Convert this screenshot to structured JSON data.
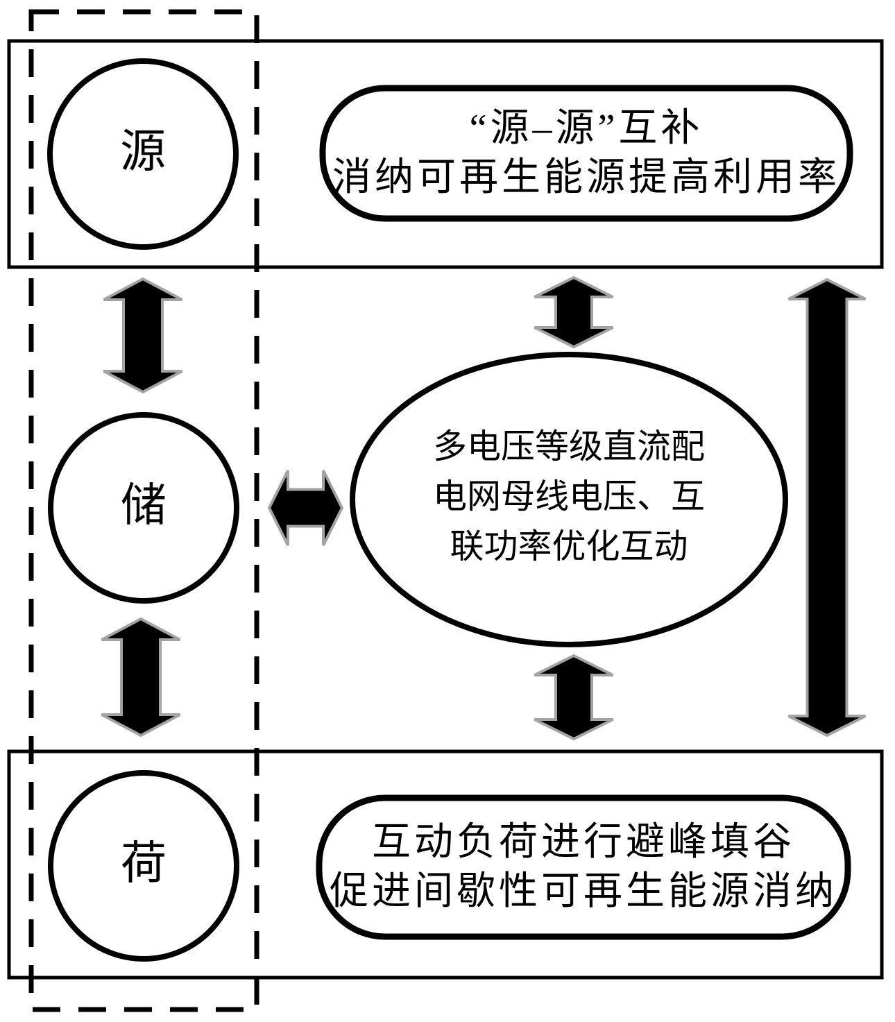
{
  "diagram": {
    "title_semantic": "source-storage-load DC distribution interaction diagram",
    "left_group": {
      "source_label": "源",
      "storage_label": "储",
      "load_label": "荷"
    },
    "top_box": {
      "line1": "“源–源”互补",
      "line2": "消纳可再生能源提高利用率"
    },
    "center_ellipse": {
      "line1": "多电压等级直流配",
      "line2": "电网母线电压、互",
      "line3": "联功率优化互动"
    },
    "bottom_box": {
      "line1": "互动负荷进行避峰填谷",
      "line2": "促进间歇性可再生能源消纳"
    },
    "colors": {
      "stroke": "#000000",
      "background": "#ffffff",
      "arrow_fill": "#000000",
      "arrow_outline": "#a3a3a3"
    }
  }
}
